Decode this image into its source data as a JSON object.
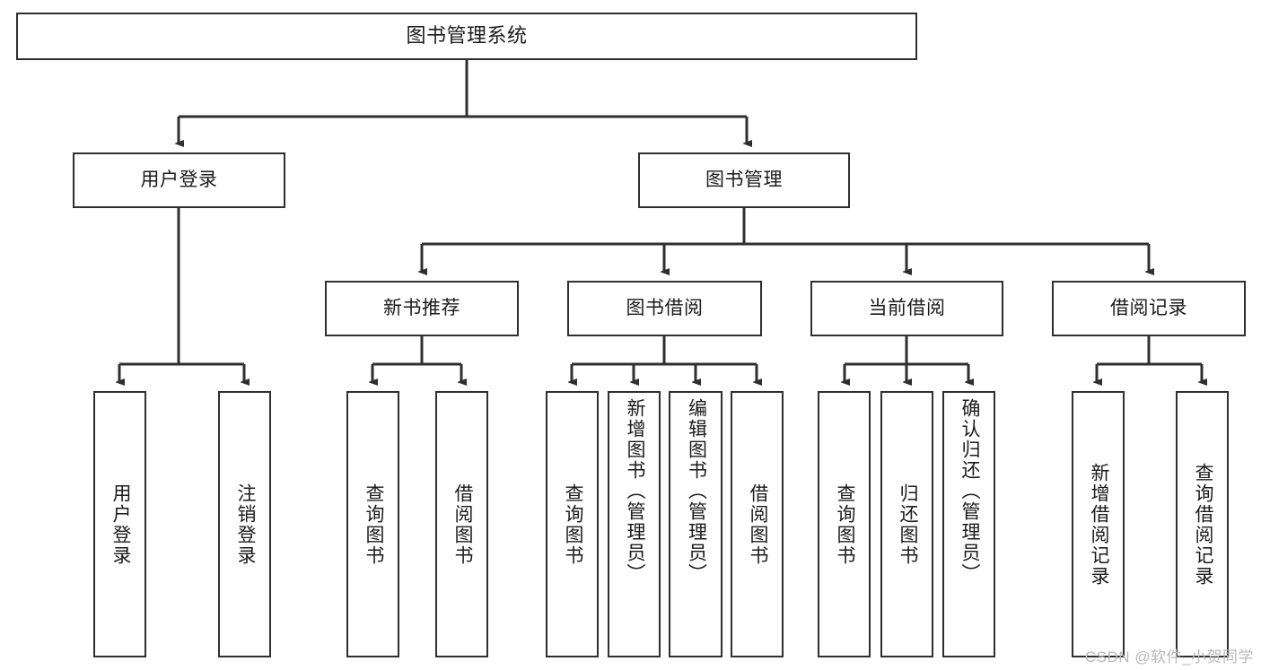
{
  "diagram": {
    "title": "图书管理系统",
    "type": "hierarchy-tree",
    "orientation": "top-down",
    "colors": {
      "box_border": "#2f2f2f",
      "box_fill": "#ffffff",
      "connector": "#2f2f2f",
      "text": "#1b1b1b",
      "watermark": "#b9b9b9"
    },
    "levels": {
      "root": {
        "label": "图书管理系统"
      },
      "level2": [
        {
          "label": "用户登录"
        },
        {
          "label": "图书管理"
        }
      ],
      "level3": [
        {
          "label": "新书推荐"
        },
        {
          "label": "图书借阅"
        },
        {
          "label": "当前借阅"
        },
        {
          "label": "借阅记录"
        }
      ],
      "leaves": {
        "user_login": [
          {
            "label": "用户登录"
          },
          {
            "label": "注销登录"
          }
        ],
        "new_book_recommend": [
          {
            "label": "查询图书"
          },
          {
            "label": "借阅图书"
          }
        ],
        "book_borrow": [
          {
            "label": "查询图书"
          },
          {
            "label": "新增图书（管理员）"
          },
          {
            "label": "编辑图书（管理员）"
          },
          {
            "label": "借阅图书"
          }
        ],
        "current_borrow": [
          {
            "label": "查询图书"
          },
          {
            "label": "归还图书"
          },
          {
            "label": "确认归还（管理员）"
          }
        ],
        "borrow_record": [
          {
            "label": "新增借阅记录"
          },
          {
            "label": "查询借阅记录"
          }
        ]
      }
    }
  },
  "watermark": {
    "text": "CSDN @软件_小贺同学"
  }
}
